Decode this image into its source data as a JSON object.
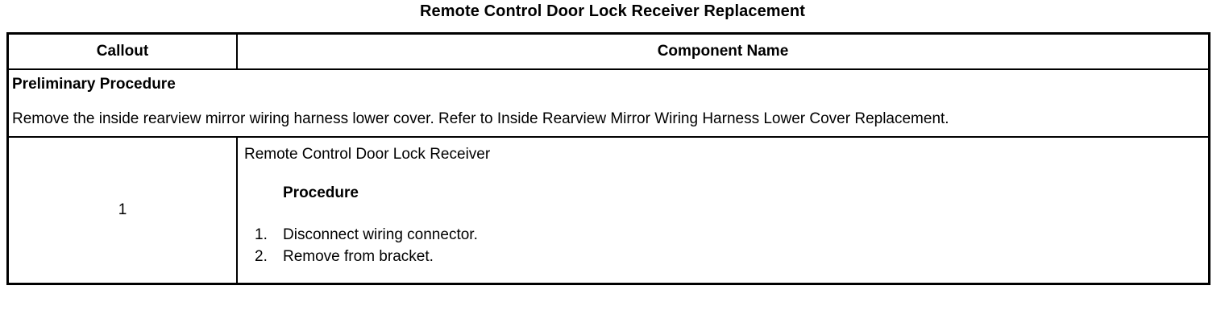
{
  "document": {
    "title": "Remote Control Door Lock Receiver Replacement"
  },
  "table": {
    "headers": {
      "callout": "Callout",
      "component_name": "Component Name"
    },
    "preliminary": {
      "heading": "Preliminary Procedure",
      "body": "Remove the inside rearview mirror wiring harness lower cover. Refer to Inside Rearview Mirror Wiring Harness Lower Cover Replacement."
    },
    "rows": [
      {
        "callout": "1",
        "component_name": "Remote Control Door Lock Receiver",
        "procedure_heading": "Procedure",
        "steps": [
          {
            "number": "1.",
            "text": "Disconnect wiring connector."
          },
          {
            "number": "2.",
            "text": "Remove from bracket."
          }
        ]
      }
    ]
  },
  "colors": {
    "border": "#000000",
    "text": "#000000",
    "background": "#ffffff"
  }
}
